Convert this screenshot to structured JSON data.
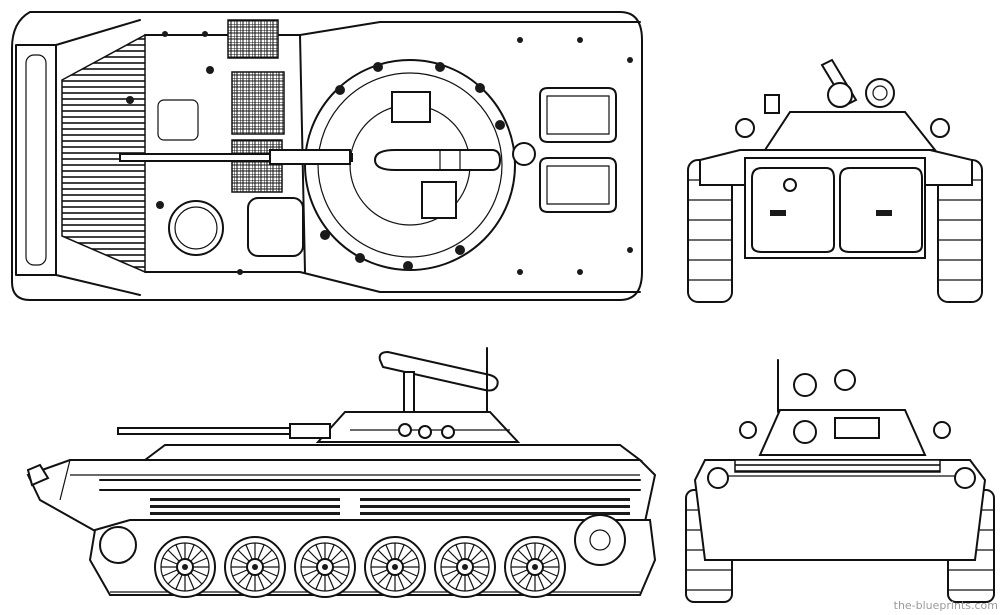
{
  "watermark": "the-blueprints.com",
  "views": {
    "top": "top-view",
    "front": "front-view",
    "side": "side-view",
    "rear": "rear-view"
  },
  "colors": {
    "line": "#111111",
    "background": "#ffffff",
    "watermark": "#9a9a9a"
  }
}
